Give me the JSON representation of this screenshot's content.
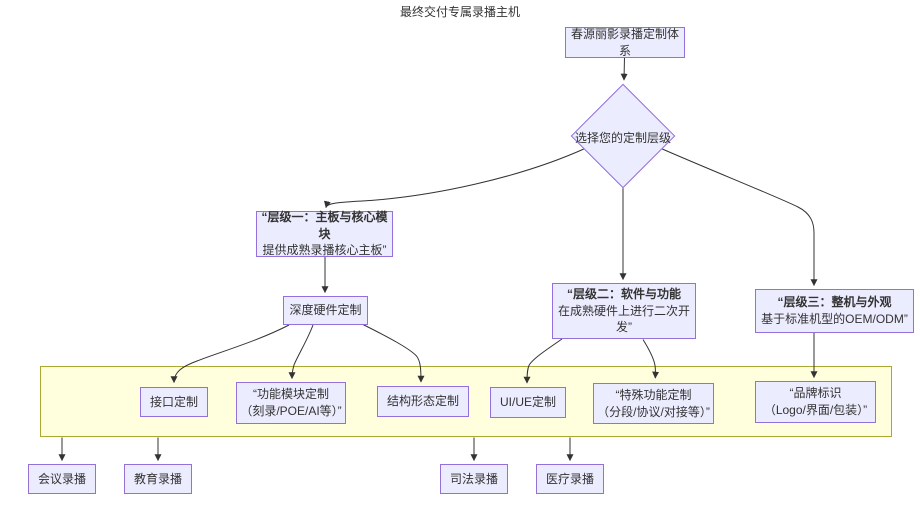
{
  "diagram": {
    "type": "flowchart",
    "colors": {
      "node_fill": "#ECECFF",
      "node_border": "#9370DB",
      "subgraph_fill": "#FFFFDE",
      "subgraph_border": "#AAAA33",
      "edge": "#333333",
      "text": "#333333"
    },
    "nodes": {
      "root": "春源丽影录播定制体系",
      "decision": "选择您的定制层级",
      "tier1_title": "“层级一：主板与核心模块",
      "tier1_subtitle": "提供成熟录播核心主板”",
      "tier2_title": "“层级二：软件与功能",
      "tier2_subtitle": "在成熟硬件上进行二次开发”",
      "tier3_title": "“层级三：整机与外观",
      "tier3_subtitle": "基于标准机型的OEM/ODM”",
      "hardware_hub": "深度硬件定制",
      "interface": "接口定制",
      "module": "“功能模块定制\n（刻录/POE/AI等）”",
      "structure": "结构形态定制",
      "uiue": "UI/UE定制",
      "special": "“特殊功能定制\n（分段/协议/对接等）”",
      "brand": "“品牌标识\n（Logo/界面/包装）”",
      "subgraph_label": "最终交付专属录播主机",
      "app_meeting": "会议录播",
      "app_education": "教育录播",
      "app_judicial": "司法录播",
      "app_medical": "医疗录播"
    }
  }
}
